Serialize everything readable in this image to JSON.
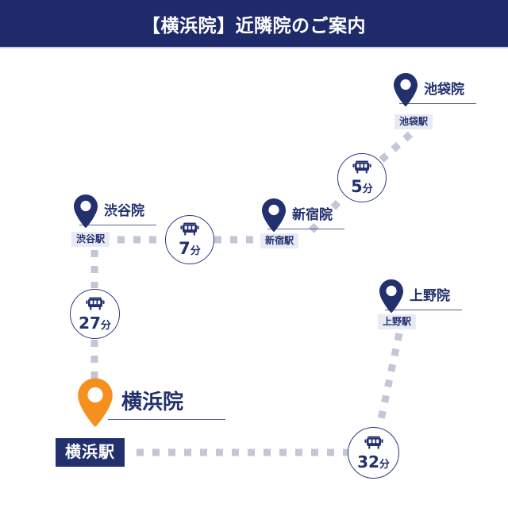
{
  "header": {
    "title": "【横浜院】近隣院のご案内",
    "bg_color": "#1f2a6b",
    "text_color": "#ffffff"
  },
  "colors": {
    "navy": "#22306e",
    "pin_navy": "#22306e",
    "pin_orange": "#f5901f",
    "station_chip_bg": "#e8ebf4",
    "dashed_line": "#c2c6d6"
  },
  "map": {
    "clinics": [
      {
        "id": "ikebukuro",
        "name": "池袋院",
        "station": "池袋駅",
        "pin_color": "#22306e",
        "primary": false
      },
      {
        "id": "shibuya",
        "name": "渋谷院",
        "station": "渋谷駅",
        "pin_color": "#22306e",
        "primary": false
      },
      {
        "id": "shinjuku",
        "name": "新宿院",
        "station": "新宿駅",
        "pin_color": "#22306e",
        "primary": false
      },
      {
        "id": "ueno",
        "name": "上野院",
        "station": "上野駅",
        "pin_color": "#22306e",
        "primary": false
      },
      {
        "id": "yokohama",
        "name": "横浜院",
        "station": "横浜駅",
        "pin_color": "#f5901f",
        "primary": true
      }
    ],
    "travel_times": [
      {
        "id": "ikebukuro-shinjuku",
        "value": "5",
        "unit": "分",
        "icon": "train-icon"
      },
      {
        "id": "shibuya-shinjuku",
        "value": "7",
        "unit": "分",
        "icon": "train-icon"
      },
      {
        "id": "shibuya-yokohama",
        "value": "27",
        "unit": "分",
        "icon": "train-icon"
      },
      {
        "id": "ueno-yokohama",
        "value": "32",
        "unit": "分",
        "icon": "train-icon"
      }
    ]
  }
}
